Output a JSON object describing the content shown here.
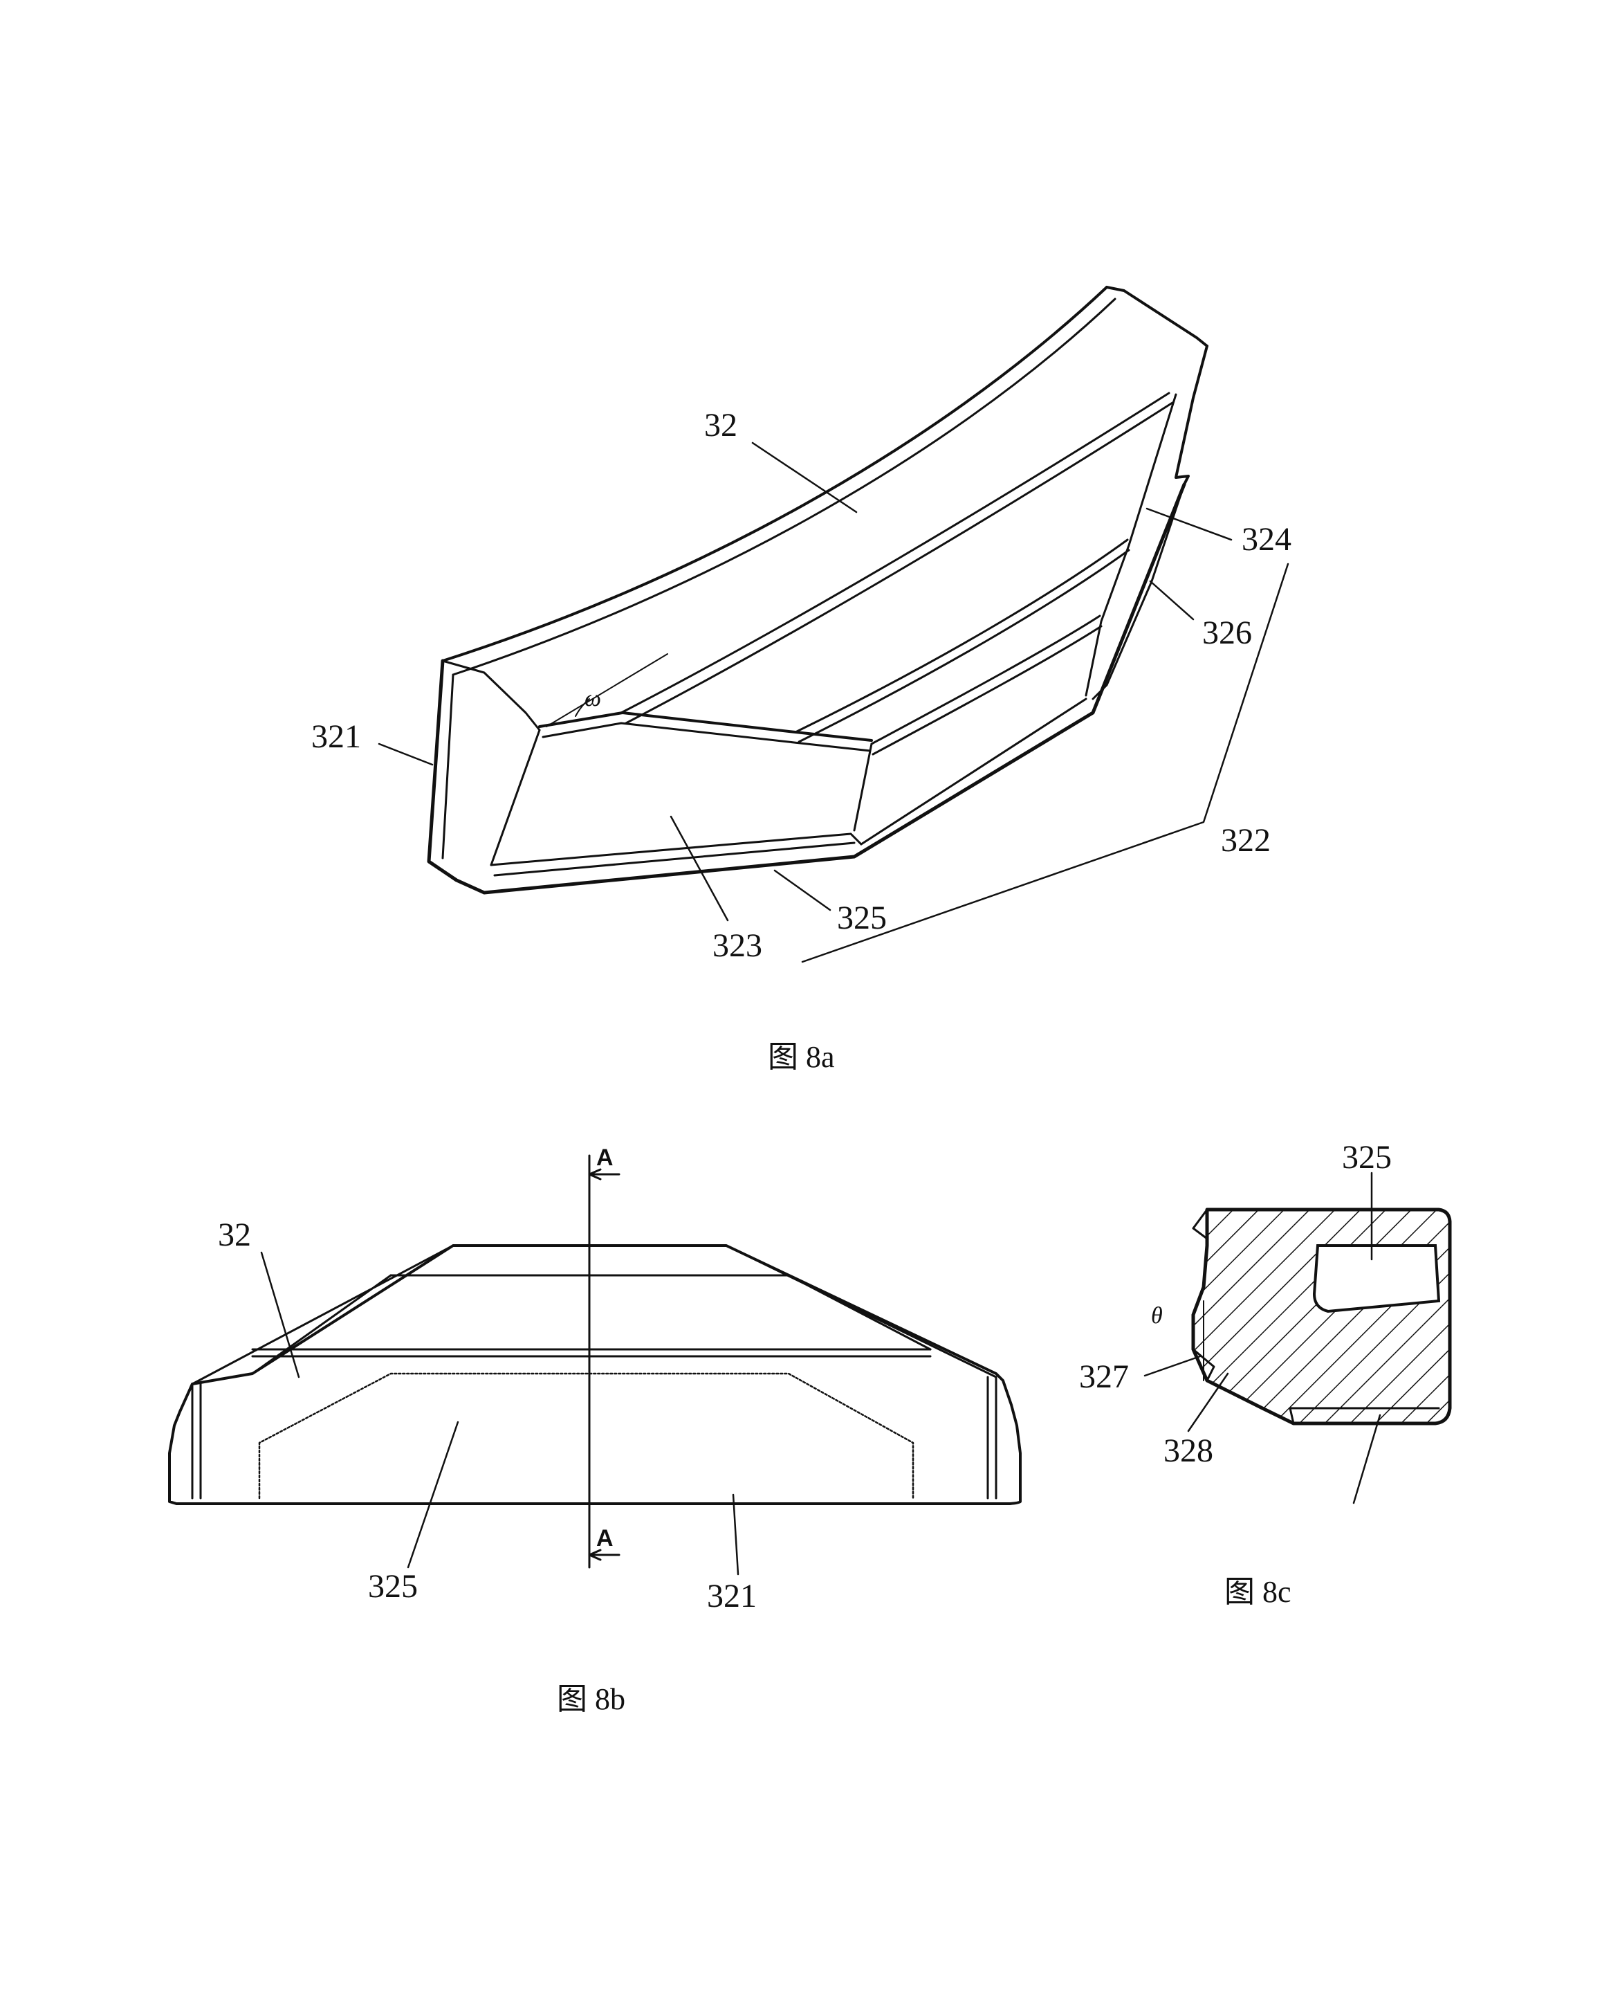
{
  "figures": {
    "fig8a": {
      "caption": "图 8a",
      "labels": {
        "l32": "32",
        "l321": "321",
        "l322": "322",
        "l323": "323",
        "l324": "324",
        "l325": "325",
        "l326": "326",
        "omega": "ω"
      }
    },
    "fig8b": {
      "caption": "图 8b",
      "labels": {
        "l32": "32",
        "l325": "325",
        "l321": "321",
        "secA_top": "A",
        "secA_bottom": "A"
      }
    },
    "fig8c": {
      "caption": "图 8c",
      "labels": {
        "l325": "325",
        "l327": "327",
        "l328": "328",
        "theta": "θ"
      }
    }
  }
}
